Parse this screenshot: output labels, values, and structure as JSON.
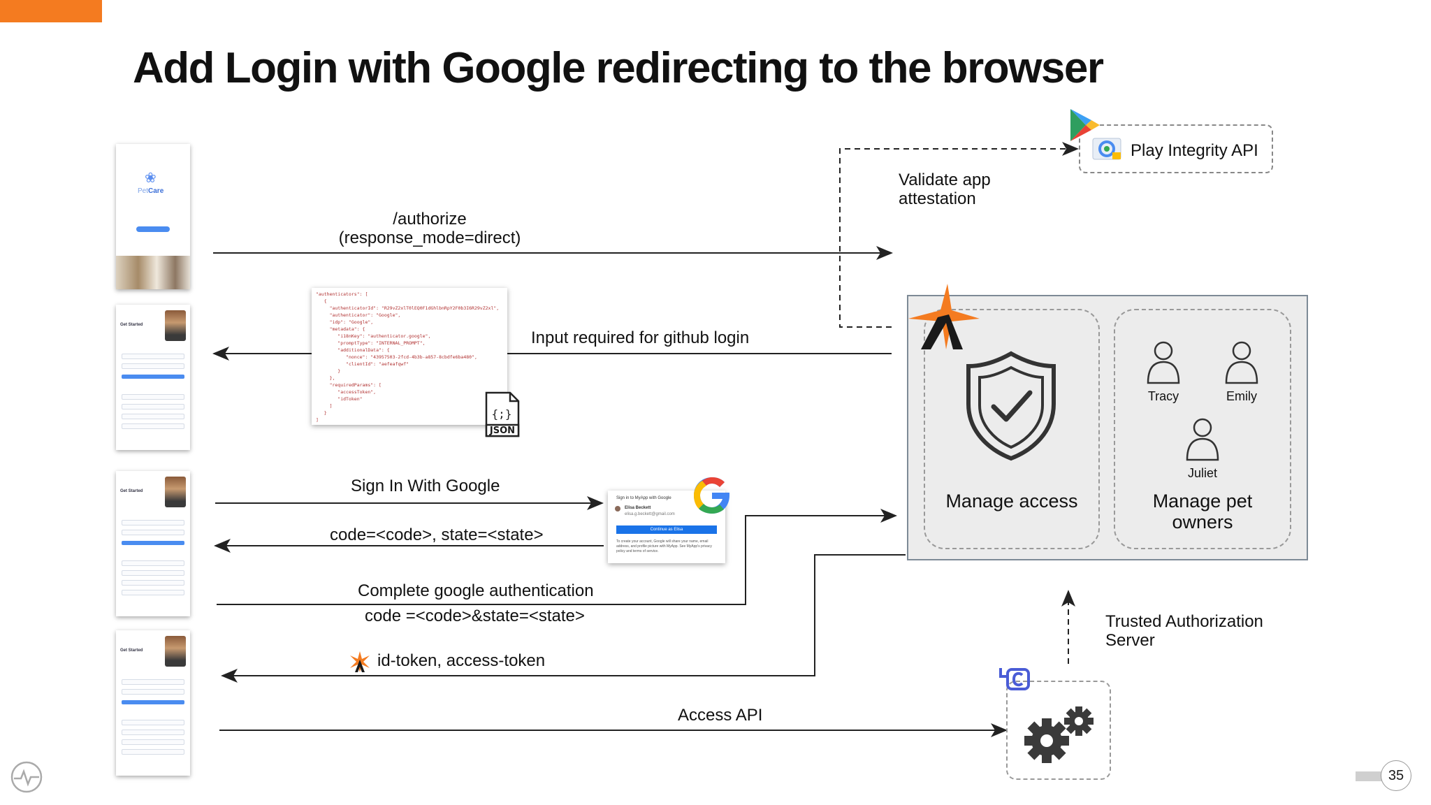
{
  "slide": {
    "title": "Add Login with Google redirecting to the browser",
    "page_number": "35",
    "accent_color": "#f47b20"
  },
  "flow": {
    "authorize_line1": "/authorize",
    "authorize_line2": "(response_mode=direct)",
    "input_required": "Input required for github login",
    "sign_in_google": "Sign In With Google",
    "code_state": "code=<code>, state=<state>",
    "complete_auth": "Complete google authentication",
    "code_state_2": "code =<code>&state=<state>",
    "tokens": "id-token, access-token",
    "access_api": "Access API",
    "validate_line1": "Validate app",
    "validate_line2": "attestation",
    "play_integrity": "Play Integrity API",
    "trusted_line1": "Trusted Authorization",
    "trusted_line2": "Server"
  },
  "server": {
    "manage_access": "Manage access",
    "manage_pet_line1": "Manage pet",
    "manage_pet_line2": "owners",
    "users": [
      "Tracy",
      "Emily",
      "Juliet"
    ]
  },
  "json_card": {
    "code": "\"authenticators\": [\n   {\n     \"authenticatorId\": \"R29vZ2xlT0lEQ0F1dGhlbnRpY2F0b3I6R29vZ2xl\",\n     \"authenticator\": \"Google\",\n     \"idp\": \"Google\",\n     \"metadata\": {\n        \"i18nKey\": \"authenticator.google\",\n        \"promptType\": \"INTERNAL_PROMPT\",\n        \"additionalData\": {\n           \"nonce\": \"43957503-2fcd-4b3b-a857-8cbdfe6ba480\",\n           \"clientId\": \"aefeafqwf\"\n        }\n     },\n     \"requiredParams\": [\n        \"accessToken\",\n        \"idToken\"\n     ]\n   }\n]",
    "icon_label": "JSON"
  },
  "phones": {
    "brand_prefix": "Pet",
    "brand_suffix": "Care",
    "get_started": "Get Started"
  },
  "google_popup": {
    "header": "Sign in to MyApp with Google",
    "user_name": "Elisa Beckett",
    "user_email": "elisa.g.beckett@gmail.com",
    "continue": "Continue as Elisa",
    "disclaimer": "To create your account, Google will share your name, email address, and profile picture with MyApp. See MyApp's privacy policy and terms of service."
  }
}
